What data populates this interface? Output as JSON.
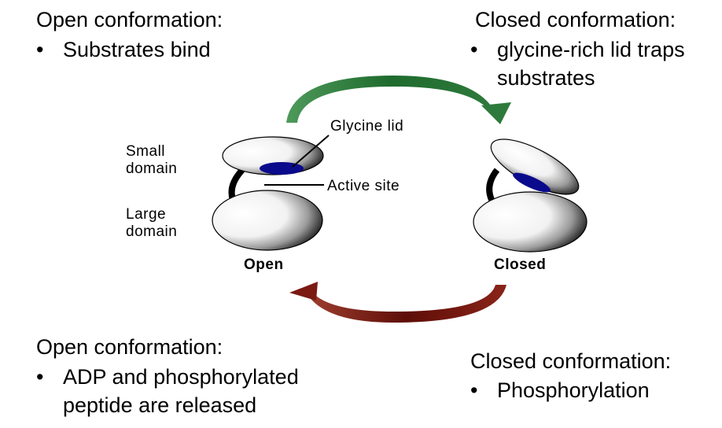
{
  "top_left": {
    "title": "Open conformation:",
    "bullet": "•",
    "bullet_text": "Substrates bind"
  },
  "top_right": {
    "title": "Closed conformation:",
    "bullet": "•",
    "bullet_line1": "glycine-rich lid traps",
    "bullet_line2": "substrates"
  },
  "bottom_left": {
    "title": "Open conformation:",
    "bullet": "•",
    "bullet_line1": "ADP and phosphorylated",
    "bullet_line2": "peptide are released"
  },
  "bottom_right": {
    "title": "Closed conformation:",
    "bullet": "•",
    "bullet_text": "Phosphorylation"
  },
  "diagram": {
    "small_domain_line1": "Small",
    "small_domain_line2": "domain",
    "large_domain_line1": "Large",
    "large_domain_line2": "domain",
    "glycine_lid_label": "Glycine lid",
    "active_site_label": "Active site",
    "open_label": "Open",
    "closed_label": "Closed"
  },
  "colors": {
    "top_arrow": "#2e7a3c",
    "bottom_arrow": "#7a1a12",
    "lid": "#0a0a8c"
  }
}
